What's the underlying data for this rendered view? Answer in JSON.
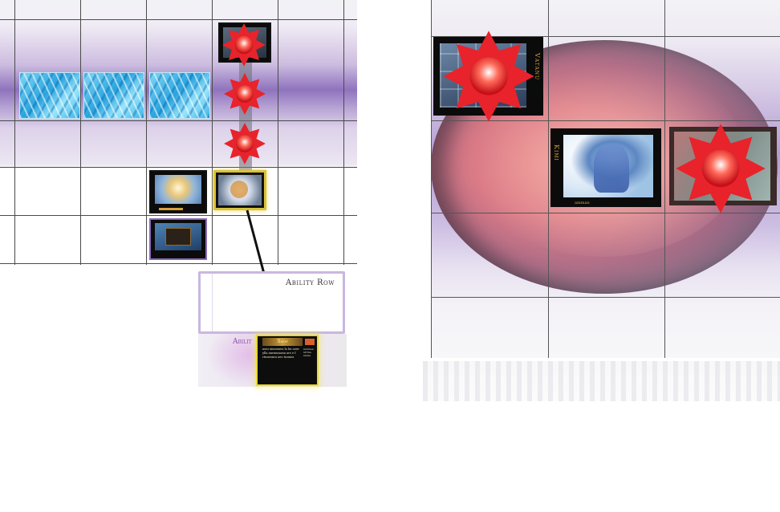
{
  "left_board": {
    "ability_row_label": "Ability Row",
    "lower_label": "Abilit",
    "info_card": {
      "title": "Shop",
      "body": "aoni ainnsmea la lm ooer ylla anrnnnaosa ars e f rtnnrnnra aeo tnnnea",
      "side": "nnnrnea ntrrna nnraa"
    }
  },
  "right_board": {
    "top_card_side_text": "Vatanu",
    "center_card_side_text": "Kimi",
    "center_card_caption": "amman"
  },
  "icons": {
    "burst": "red-star-burst-icon"
  },
  "colors": {
    "purple_band": "#8f73bd",
    "red_glow": "#e24a4a",
    "gold_highlight": "#e6da34",
    "burst_red": "#e8232b"
  }
}
